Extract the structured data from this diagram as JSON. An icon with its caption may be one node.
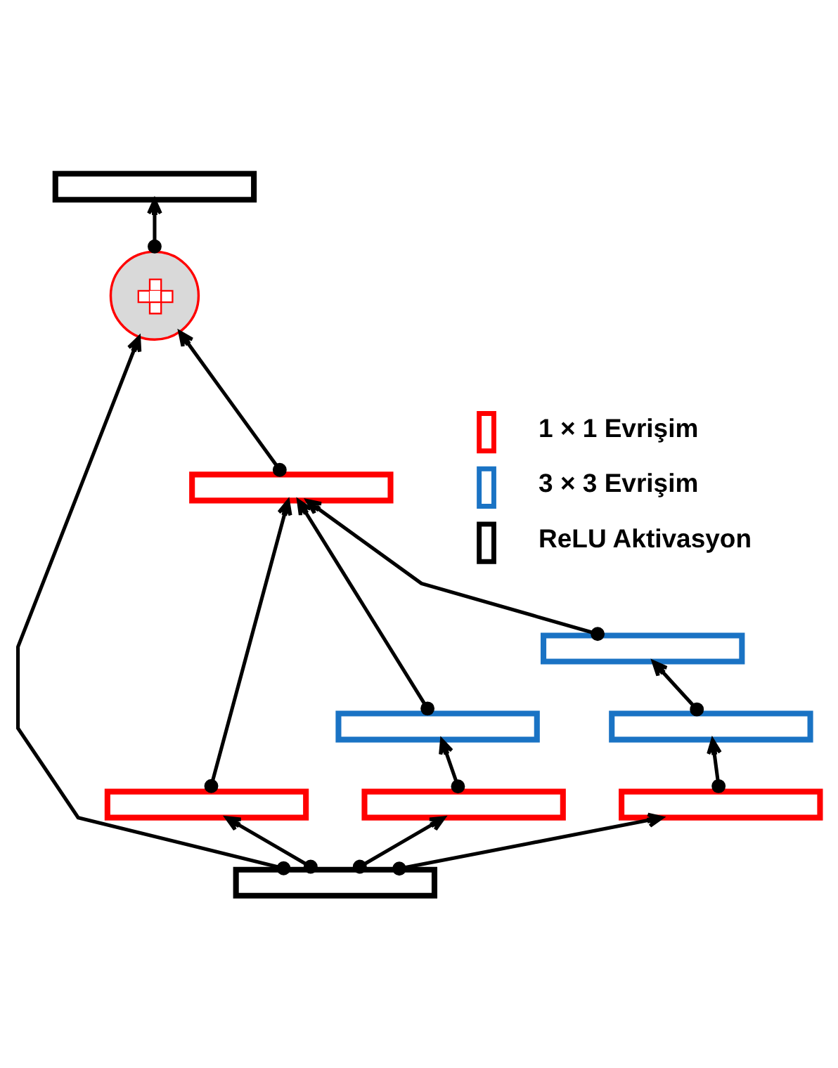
{
  "diagram": {
    "nodes": [
      {
        "text": [],
        "shape": "box"
      },
      {
        "text": [],
        "shape": "circle"
      },
      {
        "text": [],
        "shape": "box"
      },
      {
        "text": [],
        "shape": "box"
      },
      {
        "text": [],
        "shape": "box"
      },
      {
        "text": [],
        "shape": "box"
      },
      {
        "text": [],
        "shape": "box"
      },
      {
        "text": [],
        "shape": "box"
      },
      {
        "text": [],
        "shape": "box"
      },
      {
        "text": [],
        "shape": "box"
      }
    ],
    "edges": [
      {
        "from": 1,
        "to": 0,
        "arrow": "to"
      },
      {
        "from": 2,
        "to": 1,
        "arrow": "to"
      },
      {
        "from": 9,
        "to": 1,
        "arrow": "to"
      },
      {
        "from": 3,
        "to": 2,
        "arrow": "to"
      },
      {
        "from": 4,
        "to": 2,
        "arrow": "to"
      },
      {
        "from": 6,
        "to": 2,
        "arrow": "to"
      },
      {
        "from": 5,
        "to": 3,
        "arrow": "to"
      },
      {
        "from": 7,
        "to": 4,
        "arrow": "to"
      },
      {
        "from": 8,
        "to": 5,
        "arrow": "to"
      },
      {
        "from": 9,
        "to": 6,
        "arrow": "to"
      },
      {
        "from": 9,
        "to": 7,
        "arrow": "to"
      },
      {
        "from": 9,
        "to": 8,
        "arrow": "to"
      }
    ],
    "legend": [
      {
        "text": "1 × 1 Evrişim",
        "color": "#ff0000"
      },
      {
        "text": "3 × 3 Evrişim",
        "color": "#1a73c4"
      },
      {
        "text": "ReLU Aktivasyon",
        "color": "#000000"
      }
    ]
  }
}
